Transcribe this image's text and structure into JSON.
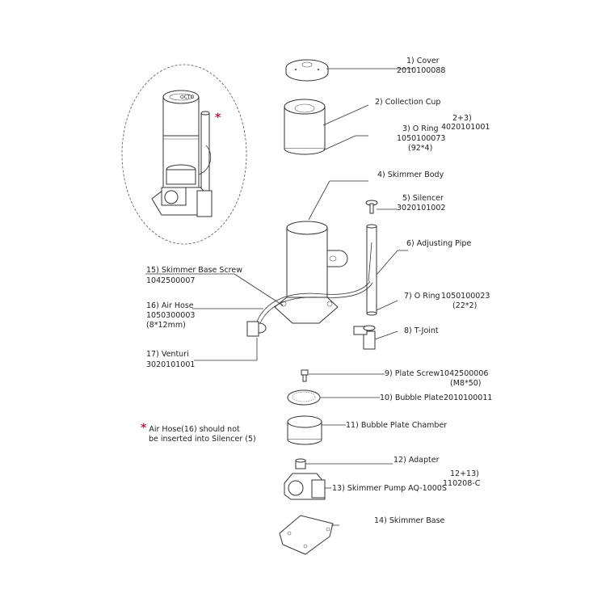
{
  "parts": [
    {
      "label": "1) Cover",
      "code": "2010100088"
    },
    {
      "label": "2) Collection Cup"
    },
    {
      "label": "3) O Ring",
      "code": "1050100073",
      "size": "(92*4)"
    },
    {
      "group_label": "2+3)",
      "group_code": "4020101001"
    },
    {
      "label": "4) Skimmer Body"
    },
    {
      "label": "5) Silencer",
      "code": "3020101002"
    },
    {
      "label": "6) Adjusting Pipe"
    },
    {
      "label": "7) O Ring",
      "code": "1050100023",
      "size": "(22*2)"
    },
    {
      "label": "8) T-Joint"
    },
    {
      "label": "9) Plate Screw",
      "code": "1042500006",
      "size": "(M8*50)"
    },
    {
      "label": "10) Bubble Plate",
      "code": "2010100011"
    },
    {
      "label": "11) Bubble Plate Chamber"
    },
    {
      "label": "12) Adapter"
    },
    {
      "label": "13) Skimmer Pump AQ-1000S"
    },
    {
      "group_label": "12+13)",
      "group_code": "110208-C"
    },
    {
      "label": "14) Skimmer Base"
    },
    {
      "label": "15) Skimmer Base Screw",
      "code": "1042500007"
    },
    {
      "label": "16) Air Hose",
      "code": "1050300003",
      "size": "(8*12mm)"
    },
    {
      "label": "17) Venturi",
      "code": "3020101001"
    }
  ],
  "note": {
    "line1": "Air Hose(16) should not",
    "line2": "be inserted into Silencer (5)",
    "marker": "*"
  },
  "brand_mark": "OCTO",
  "accent_color": "#c2185b"
}
